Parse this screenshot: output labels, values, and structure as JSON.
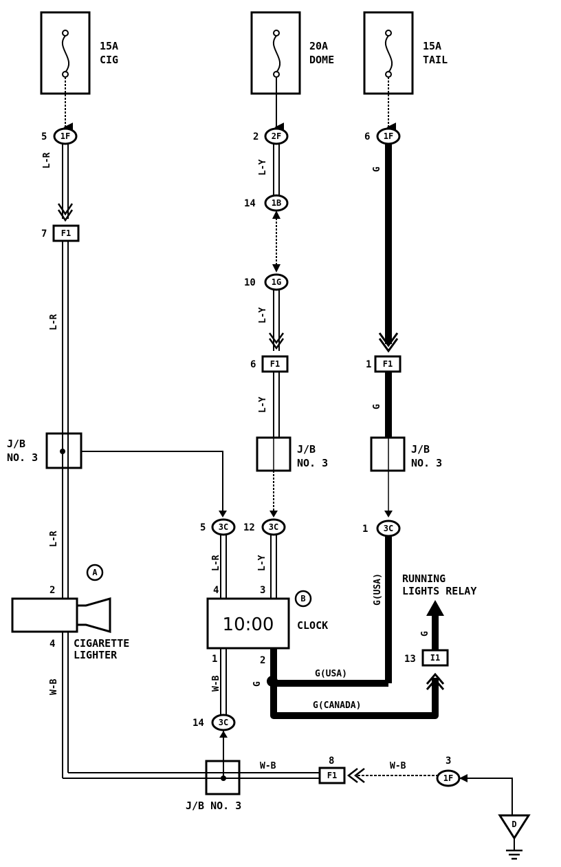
{
  "fuses": {
    "cig": {
      "rating": "15A",
      "name": "CIG"
    },
    "dome": {
      "rating": "20A",
      "name": "DOME"
    },
    "tail": {
      "rating": "15A",
      "name": "TAIL"
    }
  },
  "connectors": {
    "cig_1f": {
      "pin": "5",
      "code": "1F"
    },
    "cig_f1": {
      "pin": "7",
      "code": "F1"
    },
    "dome_2f": {
      "pin": "2",
      "code": "2F"
    },
    "dome_1b": {
      "pin": "14",
      "code": "1B"
    },
    "dome_1g": {
      "pin": "10",
      "code": "1G"
    },
    "dome_f1": {
      "pin": "6",
      "code": "F1"
    },
    "tail_1f": {
      "pin": "6",
      "code": "1F"
    },
    "tail_f1": {
      "pin": "1",
      "code": "F1"
    },
    "clock_3c_a": {
      "pin": "5",
      "code": "3C"
    },
    "clock_3c_b": {
      "pin": "12",
      "code": "3C"
    },
    "tail_3c": {
      "pin": "1",
      "code": "3C"
    },
    "ground_3c": {
      "pin": "14",
      "code": "3C"
    },
    "ground_f1": {
      "pin": "8",
      "code": "F1"
    },
    "ground_1f": {
      "pin": "3",
      "code": "1F"
    },
    "relay_i1": {
      "pin": "13",
      "code": "I1"
    }
  },
  "wires": {
    "lr_1": "L-R",
    "lr_2": "L-R",
    "lr_3": "L-R",
    "lr_4": "L-R",
    "ly_1": "L-Y",
    "ly_2": "L-Y",
    "ly_3": "L-Y",
    "ly_4": "L-Y",
    "g_1": "G",
    "g_2": "G",
    "g_3": "G",
    "g_gnd": "G",
    "g_usa_v": "G(USA)",
    "g_usa_h": "G(USA)",
    "g_canada": "G(CANADA)",
    "wb_1": "W-B",
    "wb_2": "W-B",
    "wb_3": "W-B",
    "wb_4": "W-B"
  },
  "junction_blocks": {
    "jb1": {
      "line1": "J/B",
      "line2": "NO. 3"
    },
    "jb2": {
      "line1": "J/B",
      "line2": "NO. 3"
    },
    "jb3": {
      "line1": "J/B",
      "line2": "NO. 3"
    },
    "jb_ground": "J/B  NO. 3"
  },
  "components": {
    "lighter": {
      "marker": "A",
      "pin_top": "2",
      "pin_bottom": "4",
      "line1": "CIGARETTE",
      "line2": "LIGHTER"
    },
    "clock": {
      "marker": "B",
      "display": "10:00",
      "name": "CLOCK",
      "pin_4": "4",
      "pin_3": "3",
      "pin_1": "1",
      "pin_2": "2"
    },
    "relay": {
      "line1": "RUNNING",
      "line2": "LIGHTS RELAY"
    },
    "ground": {
      "letter": "D"
    }
  },
  "colors": {
    "line": "#000000",
    "background": "#ffffff"
  }
}
